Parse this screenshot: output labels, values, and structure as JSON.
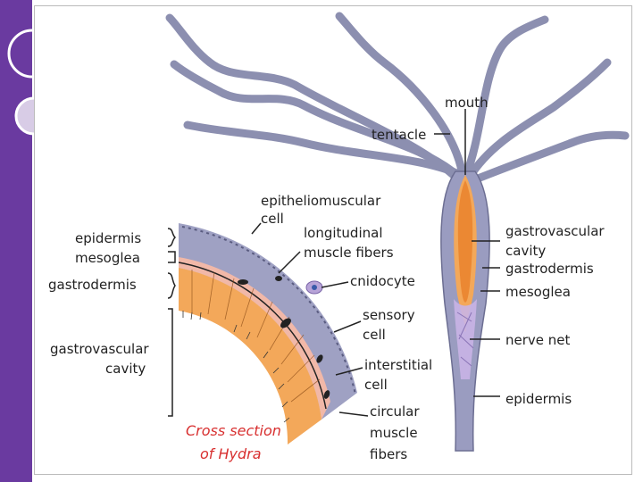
{
  "diagram": {
    "labels": {
      "mouth": "mouth",
      "tentacle": "tentacle",
      "epitheliomuscular_1": "epitheliomuscular",
      "epitheliomuscular_2": "cell",
      "longitudinal_1": "longitudinal",
      "longitudinal_2": "muscle fibers",
      "epidermis_left": "epidermis",
      "mesoglea_left": "mesoglea",
      "gastrodermis_left": "gastrodermis",
      "gastrovascular_left_1": "gastrovascular",
      "gastrovascular_left_2": "cavity",
      "cnidocyte": "cnidocyte",
      "sensory_1": "sensory",
      "sensory_2": "cell",
      "interstitial_1": "interstitial",
      "interstitial_2": "cell",
      "circular_1": "circular",
      "circular_2": "muscle",
      "circular_3": "fibers",
      "gastrovascular_right_1": "gastrovascular",
      "gastrovascular_right_2": "cavity",
      "gastrodermis_right": "gastrodermis",
      "mesoglea_right": "mesoglea",
      "nerve_net": "nerve net",
      "epidermis_right": "epidermis"
    },
    "caption": {
      "line1": "Cross section",
      "line2": "of Hydra"
    },
    "colors": {
      "sidebar": "#6a3aa0",
      "tentacle": "#8c8fb0",
      "epidermis": "#9a9cc0",
      "gastrodermis": "#f3a85a",
      "mesoglea": "#f1b8a8",
      "nerve_net": "#c9b4e6",
      "caption": "#d83030"
    }
  }
}
